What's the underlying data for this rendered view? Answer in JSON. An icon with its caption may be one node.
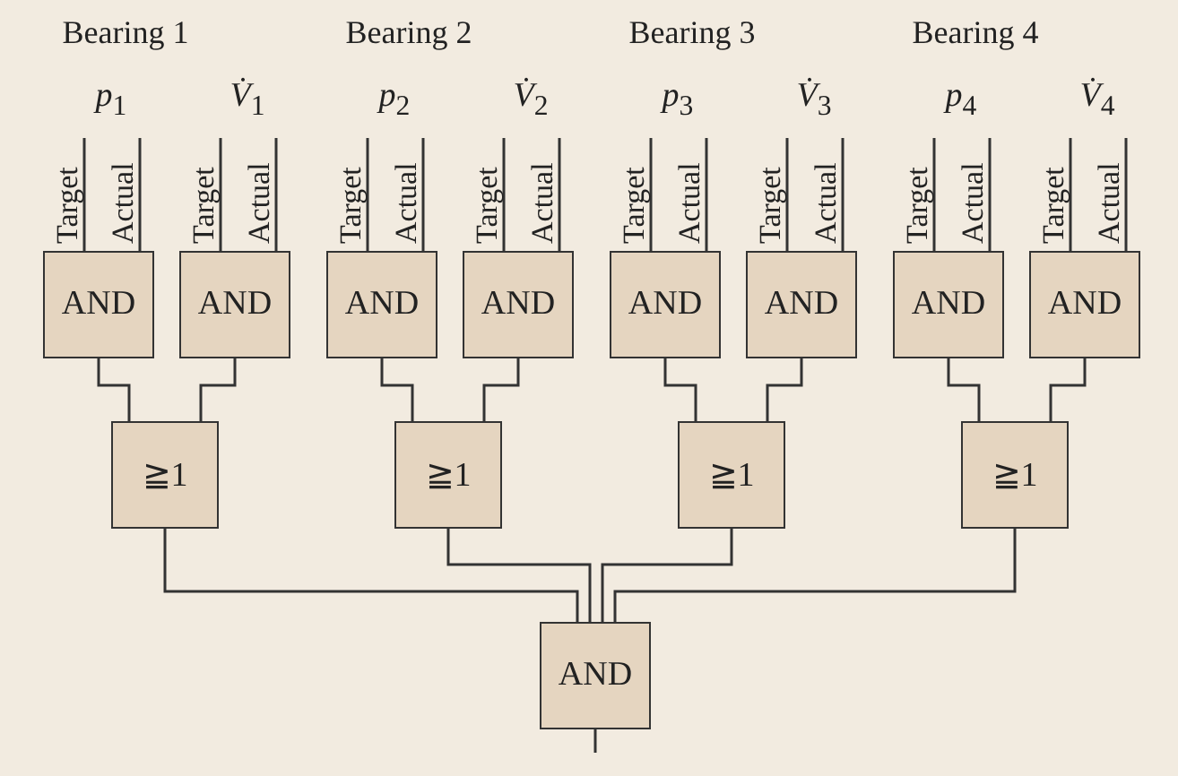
{
  "diagram": {
    "nodes": [
      {
        "text": [
          "Target"
        ]
      },
      {
        "text": [
          "Actual"
        ]
      },
      {
        "text": [
          "Target"
        ]
      },
      {
        "text": [
          "Actual"
        ]
      },
      {
        "text": [
          "Target"
        ]
      },
      {
        "text": [
          "Actual"
        ]
      },
      {
        "text": [
          "Target"
        ]
      },
      {
        "text": [
          "Actual"
        ]
      },
      {
        "text": [
          "Target"
        ]
      },
      {
        "text": [
          "Actual"
        ]
      },
      {
        "text": [
          "Target"
        ]
      },
      {
        "text": [
          "Actual"
        ]
      },
      {
        "text": [
          "Target"
        ]
      },
      {
        "text": [
          "Actual"
        ]
      },
      {
        "text": [
          "Target"
        ]
      },
      {
        "text": [
          "Actual"
        ]
      },
      {
        "text": [
          "AND"
        ]
      },
      {
        "text": [
          "AND"
        ]
      },
      {
        "text": [
          "AND"
        ]
      },
      {
        "text": [
          "AND"
        ]
      },
      {
        "text": [
          "AND"
        ]
      },
      {
        "text": [
          "AND"
        ]
      },
      {
        "text": [
          "AND"
        ]
      },
      {
        "text": [
          "AND"
        ]
      },
      {
        "text": [
          "≧1"
        ]
      },
      {
        "text": [
          "≧1"
        ]
      },
      {
        "text": [
          "≧1"
        ]
      },
      {
        "text": [
          "≧1"
        ]
      },
      {
        "text": [
          "AND"
        ]
      }
    ],
    "edges": [
      {
        "from": 0,
        "to": 16,
        "arrow": "none"
      },
      {
        "from": 1,
        "to": 16,
        "arrow": "none"
      },
      {
        "from": 2,
        "to": 17,
        "arrow": "none"
      },
      {
        "from": 3,
        "to": 17,
        "arrow": "none"
      },
      {
        "from": 4,
        "to": 18,
        "arrow": "none"
      },
      {
        "from": 5,
        "to": 18,
        "arrow": "none"
      },
      {
        "from": 6,
        "to": 19,
        "arrow": "none"
      },
      {
        "from": 7,
        "to": 19,
        "arrow": "none"
      },
      {
        "from": 8,
        "to": 20,
        "arrow": "none"
      },
      {
        "from": 9,
        "to": 20,
        "arrow": "none"
      },
      {
        "from": 10,
        "to": 21,
        "arrow": "none"
      },
      {
        "from": 11,
        "to": 21,
        "arrow": "none"
      },
      {
        "from": 12,
        "to": 22,
        "arrow": "none"
      },
      {
        "from": 13,
        "to": 22,
        "arrow": "none"
      },
      {
        "from": 14,
        "to": 23,
        "arrow": "none"
      },
      {
        "from": 15,
        "to": 23,
        "arrow": "none"
      },
      {
        "from": 16,
        "to": 24,
        "arrow": "none"
      },
      {
        "from": 17,
        "to": 24,
        "arrow": "none"
      },
      {
        "from": 18,
        "to": 25,
        "arrow": "none"
      },
      {
        "from": 19,
        "to": 25,
        "arrow": "none"
      },
      {
        "from": 20,
        "to": 26,
        "arrow": "none"
      },
      {
        "from": 21,
        "to": 26,
        "arrow": "none"
      },
      {
        "from": 22,
        "to": 27,
        "arrow": "none"
      },
      {
        "from": 23,
        "to": 27,
        "arrow": "none"
      },
      {
        "from": 24,
        "to": 28,
        "arrow": "none"
      },
      {
        "from": 25,
        "to": 28,
        "arrow": "none"
      },
      {
        "from": 26,
        "to": 28,
        "arrow": "none"
      },
      {
        "from": 27,
        "to": 28,
        "arrow": "none"
      },
      {
        "from": 28,
        "to": null,
        "arrow": "none"
      }
    ],
    "labels": [
      "Bearing 1",
      "Bearing 2",
      "Bearing 3",
      "Bearing 4",
      "*p*$_{1}$",
      "*V̇*$_{1}$",
      "*p*$_{2}$",
      "*V̇*$_{2}$",
      "*p*$_{3}$",
      "*V̇*$_{3}$",
      "*p*$_{4}$",
      "*V̇*$_{4}$"
    ]
  }
}
